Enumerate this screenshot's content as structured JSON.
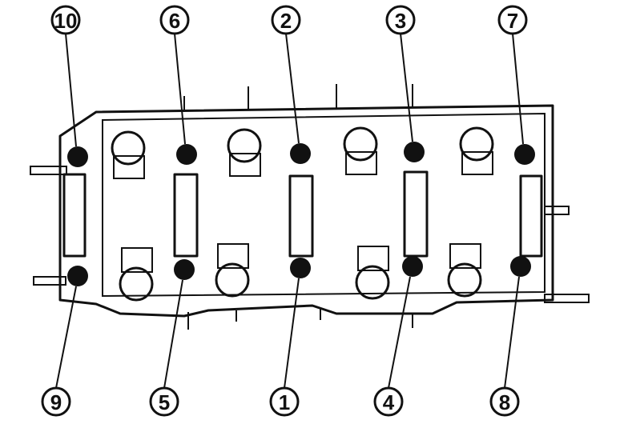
{
  "diagram": {
    "callouts": [
      {
        "id": "bolt-10",
        "label": "10"
      },
      {
        "id": "bolt-6",
        "label": "6"
      },
      {
        "id": "bolt-2",
        "label": "2"
      },
      {
        "id": "bolt-3",
        "label": "3"
      },
      {
        "id": "bolt-7",
        "label": "7"
      },
      {
        "id": "bolt-9",
        "label": "9"
      },
      {
        "id": "bolt-5",
        "label": "5"
      },
      {
        "id": "bolt-1",
        "label": "1"
      },
      {
        "id": "bolt-4",
        "label": "4"
      },
      {
        "id": "bolt-8",
        "label": "8"
      }
    ],
    "colors": {
      "ink": "#111111",
      "background": "#ffffff"
    }
  }
}
